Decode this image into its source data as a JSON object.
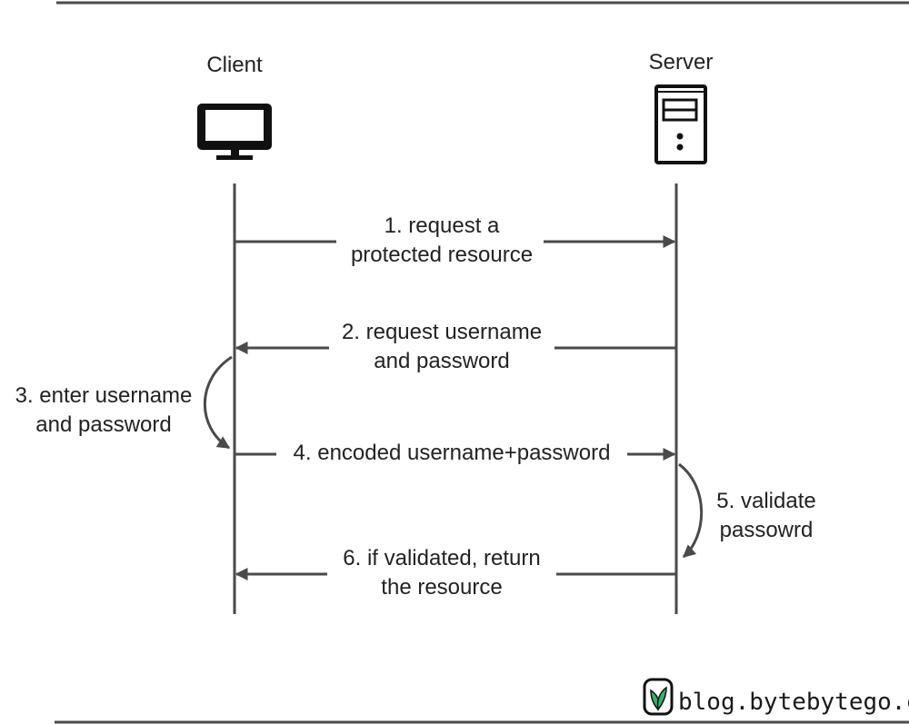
{
  "participants": {
    "client": {
      "label": "Client",
      "icon": "monitor-icon"
    },
    "server": {
      "label": "Server",
      "icon": "server-tower-icon"
    }
  },
  "messages": [
    {
      "id": "m1",
      "from": "client",
      "to": "server",
      "lines": [
        "1. request a",
        "protected resource"
      ]
    },
    {
      "id": "m2",
      "from": "server",
      "to": "client",
      "lines": [
        "2. request username",
        "and password"
      ]
    },
    {
      "id": "m4",
      "from": "client",
      "to": "server",
      "lines": [
        "4. encoded username+password"
      ]
    },
    {
      "id": "m6",
      "from": "server",
      "to": "client",
      "lines": [
        "6. if validated, return",
        "the resource"
      ]
    }
  ],
  "self_steps": [
    {
      "id": "s3",
      "on": "client",
      "lines": [
        "3. enter username",
        "and password"
      ]
    },
    {
      "id": "s5",
      "on": "server",
      "lines": [
        "5. validate",
        "passowrd"
      ]
    }
  ],
  "footer": {
    "logo_icon": "bytebytego-logo-icon",
    "text": "blog.bytebytego.com"
  },
  "colors": {
    "line": "#4a4a4a",
    "icon": "#111111",
    "logo_green": "#2fb56a",
    "text": "#222222"
  }
}
